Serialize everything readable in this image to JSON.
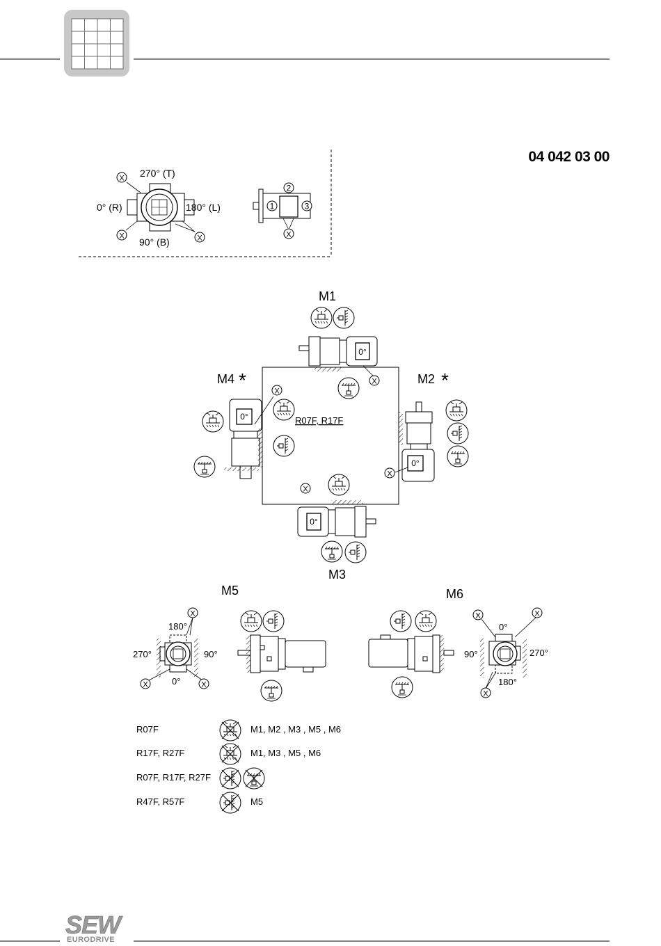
{
  "header": {
    "document_number": "04 042 03 00"
  },
  "position_key": {
    "angle_top": "270° (T)",
    "angle_left": "0° (R)",
    "angle_right": "180° (L)",
    "angle_bottom": "90° (B)",
    "marker": "X",
    "side_1": "1",
    "side_2": "2",
    "side_3": "3"
  },
  "mounting_positions": {
    "m1": "M1",
    "m2": "M2",
    "m3": "M3",
    "m4": "M4",
    "m5": "M5",
    "m6": "M6",
    "asterisk": "*",
    "motor_angle": "0°",
    "inner_note": "R07F, R17F"
  },
  "m5_angles": {
    "top": "180°",
    "left": "270°",
    "right": "90°",
    "bottom": "0°"
  },
  "m6_angles": {
    "top": "0°",
    "left": "90°",
    "right": "270°",
    "bottom": "180°"
  },
  "legend": [
    {
      "models": "R07F",
      "positions": "M1, M2 , M3 , M5 , M6"
    },
    {
      "models": "R17F, R27F",
      "positions": "M1, M3 , M5 , M6"
    },
    {
      "models": "R07F, R17F, R27F",
      "positions": ""
    },
    {
      "models": "R47F, R57F",
      "positions": "M5"
    }
  ],
  "footer": {
    "logo_text": "SEW",
    "logo_subtext": "EURODRIVE"
  }
}
